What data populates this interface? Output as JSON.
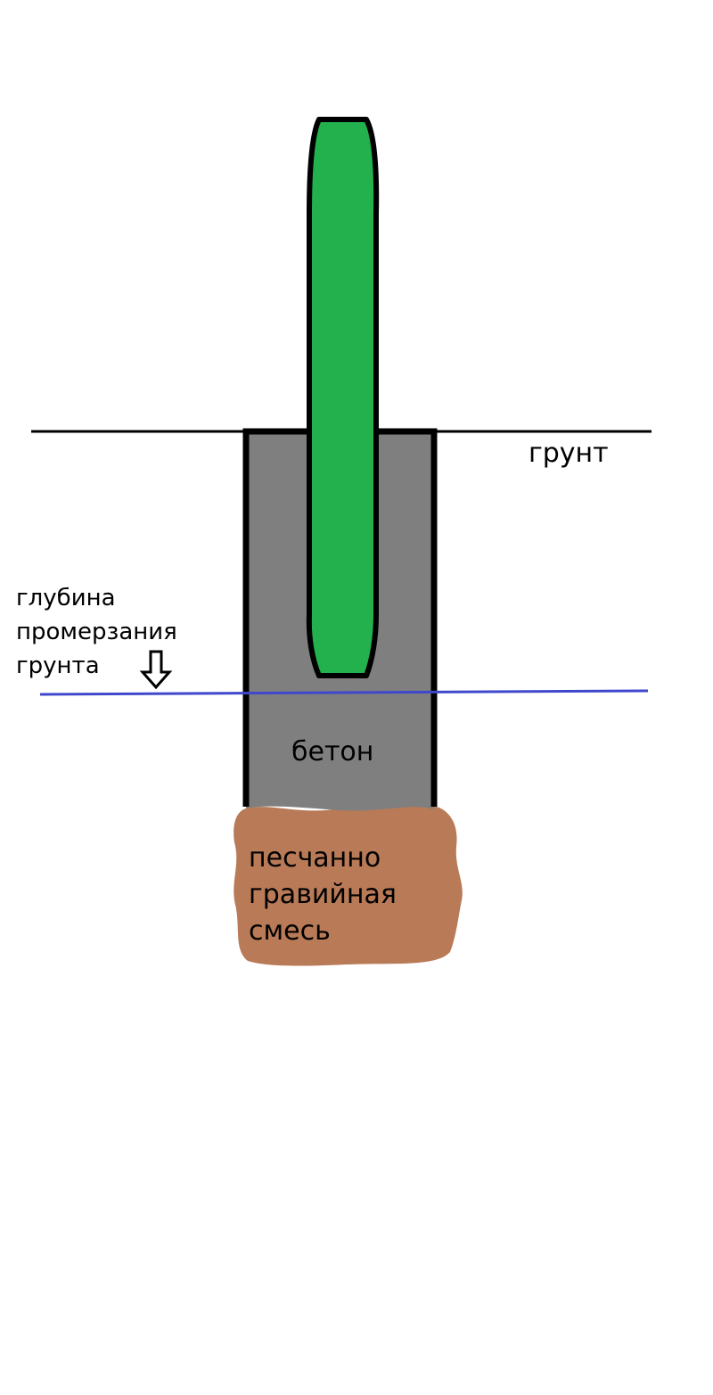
{
  "labels": {
    "ground": "грунт",
    "frost_depth_lines": [
      "глубина",
      "промерзания",
      "грунта"
    ],
    "concrete": "бетон",
    "gravel_lines": [
      "песчанно",
      "гравийная",
      "смесь"
    ]
  },
  "colors": {
    "post": "#22b14c",
    "concrete": "#7f7f7f",
    "gravel": "#b97a57",
    "frost_line": "#3f48cc",
    "outline": "#000000",
    "background": "#ffffff"
  },
  "icons": {
    "frost_depth_marker": "down-arrow-icon"
  }
}
